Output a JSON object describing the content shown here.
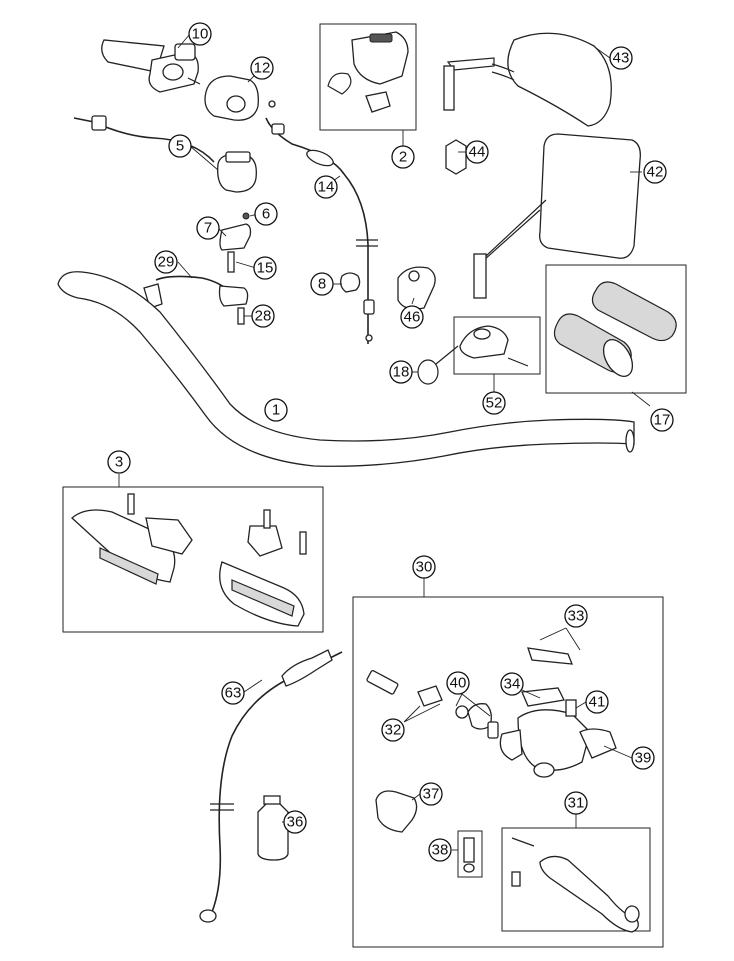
{
  "callouts": [
    "10",
    "12",
    "2",
    "43",
    "5",
    "44",
    "14",
    "42",
    "6",
    "7",
    "15",
    "29",
    "8",
    "46",
    "28",
    "17",
    "18",
    "52",
    "1",
    "3",
    "30",
    "33",
    "63",
    "40",
    "34",
    "41",
    "32",
    "39",
    "37",
    "31",
    "36",
    "38"
  ],
  "colors": {
    "line": "#222222",
    "fill": "#ffffff",
    "shade": "#d8d8d8"
  }
}
